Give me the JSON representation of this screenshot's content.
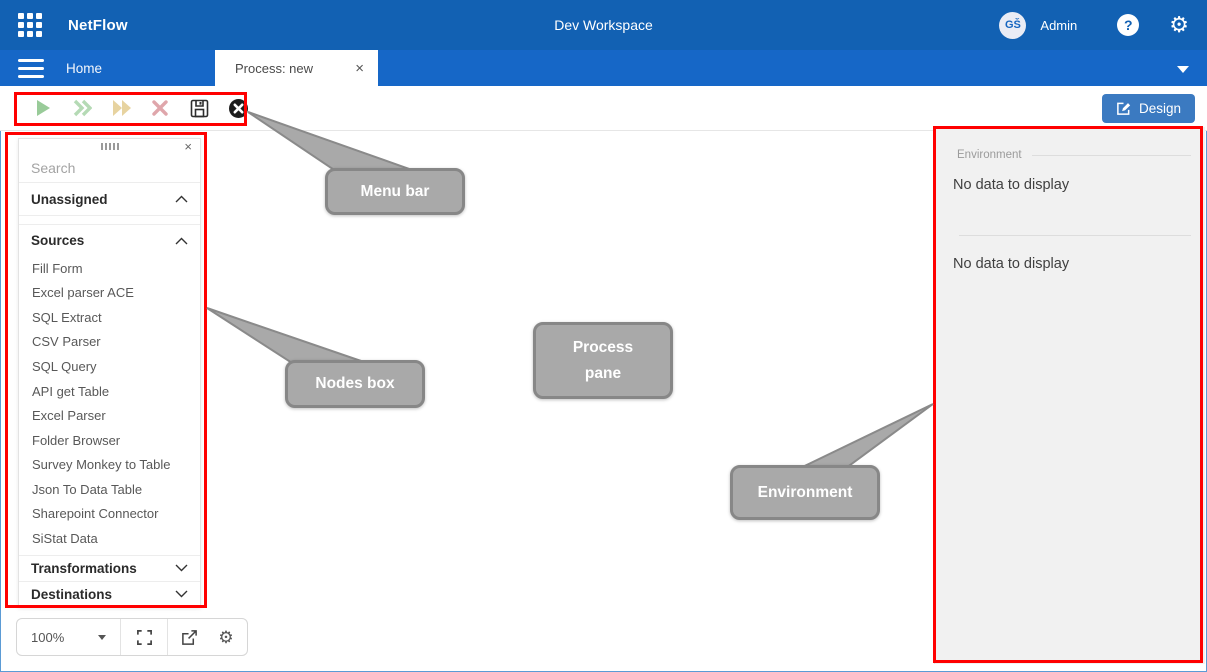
{
  "header": {
    "brand": "NetFlow",
    "workspace_title": "Dev Workspace",
    "avatar_initials": "GŠ",
    "user_label": "Admin",
    "help_glyph": "?",
    "gear_glyph": "⚙"
  },
  "tab_bar": {
    "home_label": "Home",
    "active_tab_label": "Process: new",
    "close_glyph": "×"
  },
  "toolbar": {
    "design_label": "Design"
  },
  "nodes_panel": {
    "search_placeholder": "Search",
    "close_glyph": "×",
    "sections": {
      "unassigned": "Unassigned",
      "sources": "Sources",
      "transformations": "Transformations",
      "destinations": "Destinations"
    },
    "sources_items": [
      "Fill Form",
      "Excel parser ACE",
      "SQL Extract",
      "CSV Parser",
      "SQL Query",
      "API get Table",
      "Excel Parser",
      "Folder Browser",
      "Survey Monkey to Table",
      "Json To Data Table",
      "Sharepoint Connector",
      "SiStat Data"
    ]
  },
  "environment_panel": {
    "legend": "Environment",
    "empty_message_1": "No data to display",
    "empty_message_2": "No data to display"
  },
  "canvas_controls": {
    "zoom_level": "100%",
    "gear_glyph": "⚙"
  },
  "callouts": {
    "menu_bar": "Menu bar",
    "nodes_box": "Nodes box",
    "process_pane": "Process pane",
    "environment": "Environment"
  },
  "colors": {
    "header_blue": "#1261b3",
    "tab_row_blue": "#1667c7",
    "design_button_blue": "#3b7ac1",
    "annotation_red": "#ff0000",
    "callout_gray": "#a9a9a9",
    "play_green": "#99cb99",
    "chevron_green": "#b5dab5",
    "forward_tan": "#e7d3a0",
    "stop_pink": "#dfa6ab"
  }
}
